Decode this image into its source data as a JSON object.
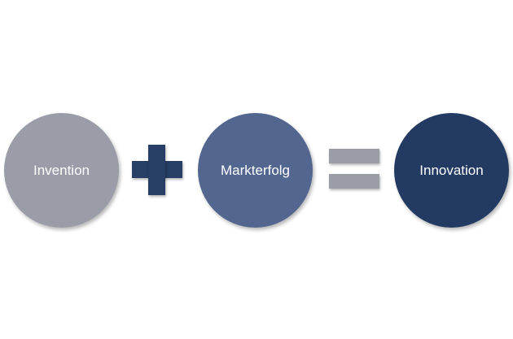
{
  "diagram": {
    "nodes": [
      {
        "label": "Invention",
        "color": "#9a9da8"
      },
      {
        "label": "Markterfolg",
        "color": "#52668f"
      },
      {
        "label": "Innovation",
        "color": "#233a62"
      }
    ],
    "operators": [
      {
        "symbol": "plus",
        "color": "#273f66"
      },
      {
        "symbol": "equals",
        "color": "#9a9da8"
      }
    ]
  }
}
